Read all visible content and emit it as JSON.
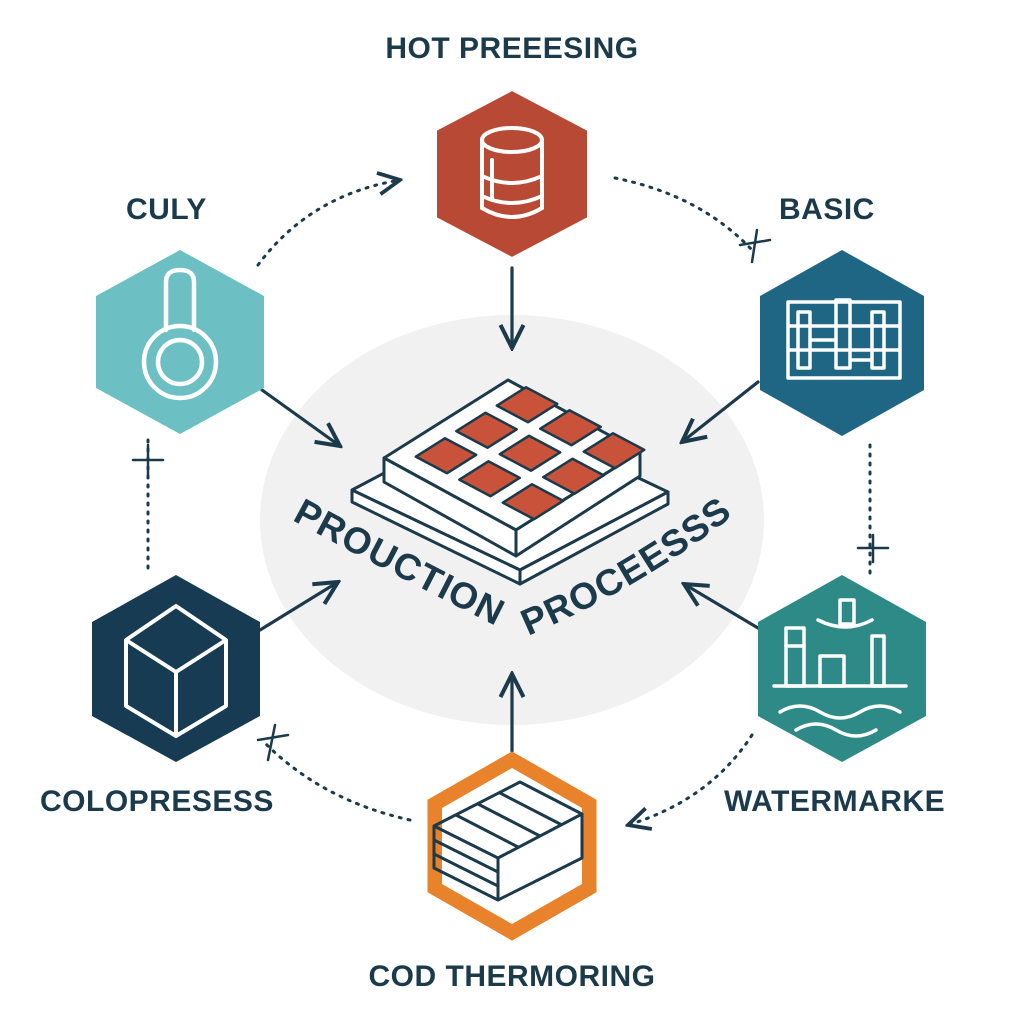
{
  "center": {
    "line1": "PROUCTION",
    "line2": "PROCEESSS"
  },
  "nodes": {
    "top": {
      "label": "HOT PREEESING",
      "color": "#b84a35",
      "icon": "cylinder-icon"
    },
    "top_left": {
      "label": "CULY",
      "color": "#6cc0c4",
      "icon": "thermometer-icon"
    },
    "top_right": {
      "label": "BASIC",
      "color": "#1f6685",
      "icon": "scaffold-frame-icon"
    },
    "bottom_left": {
      "label": "COLOPRESESS",
      "color": "#163b52",
      "icon": "cube-icon"
    },
    "bottom_right": {
      "label": "WATERMARKE",
      "color": "#2e8a87",
      "icon": "water-plant-icon"
    },
    "bottom": {
      "label": "COD THERMORING",
      "color": "#e8832b",
      "icon": "layered-slab-icon"
    }
  },
  "colors": {
    "arrow": "#1b3a4b",
    "text": "#1b3a4b",
    "tile": "#c8523a",
    "center_bg": "#eeeeee"
  }
}
